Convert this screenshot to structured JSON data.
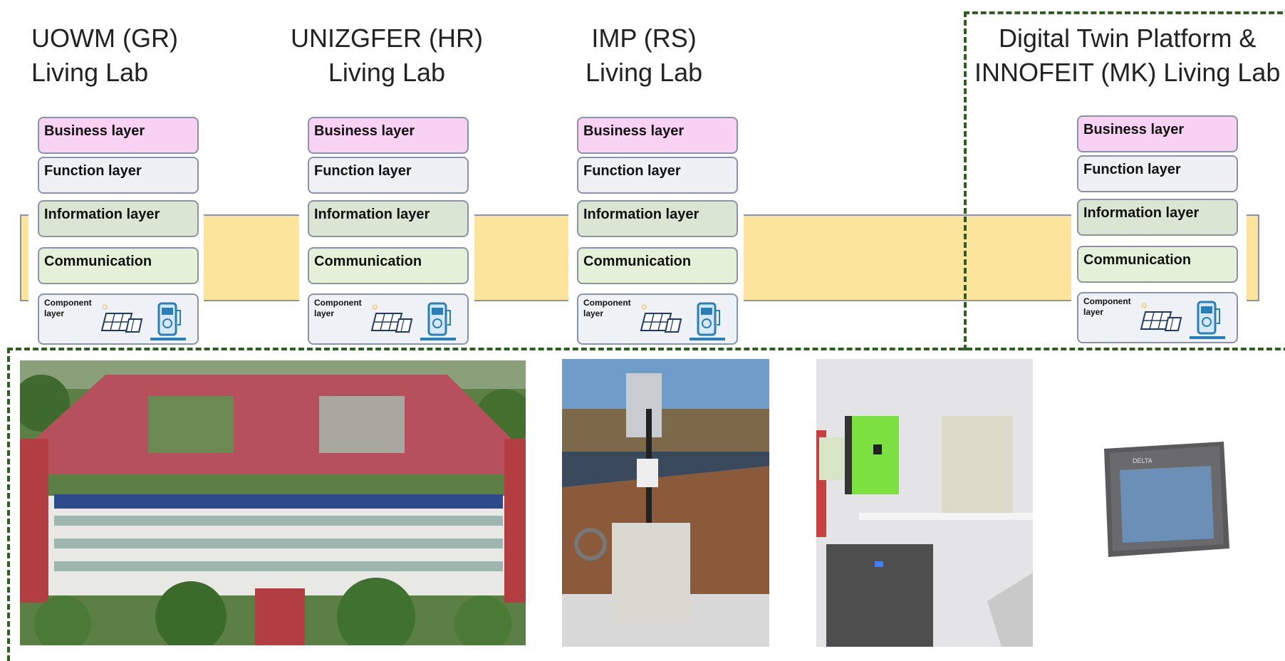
{
  "labs": [
    {
      "title_line1": "UOWM (GR)",
      "title_line2": "Living Lab"
    },
    {
      "title_line1": "UNIZGFER (HR)",
      "title_line2": "Living Lab"
    },
    {
      "title_line1": "IMP (RS)",
      "title_line2": "Living Lab"
    },
    {
      "title_line1": "Digital Twin Platform &",
      "title_line2": "INNOFEIT (MK) Living Lab"
    }
  ],
  "layers": {
    "business": "Business layer",
    "function": "Function layer",
    "information": "Information layer",
    "communication": "Communication",
    "component_line1": "Component",
    "component_line2": "layer"
  },
  "colors": {
    "business_layer": "#f8d2f2",
    "function_layer": "#eef0f4",
    "information_layer": "#dbe5d3",
    "communication_layer": "#e5f0d8",
    "band": "#fde49c",
    "dashed_border": "#2e5e22"
  },
  "photos": [
    {
      "subject": "aerial view of red-roofed building with rooftop solar panels"
    },
    {
      "subject": "rooftop weather station with sensors"
    },
    {
      "subject": "wall-mounted green inverter, cabinet and battery unit"
    },
    {
      "subject": "Delta HMI touch panel"
    }
  ],
  "hmi_brand": "DELTA"
}
